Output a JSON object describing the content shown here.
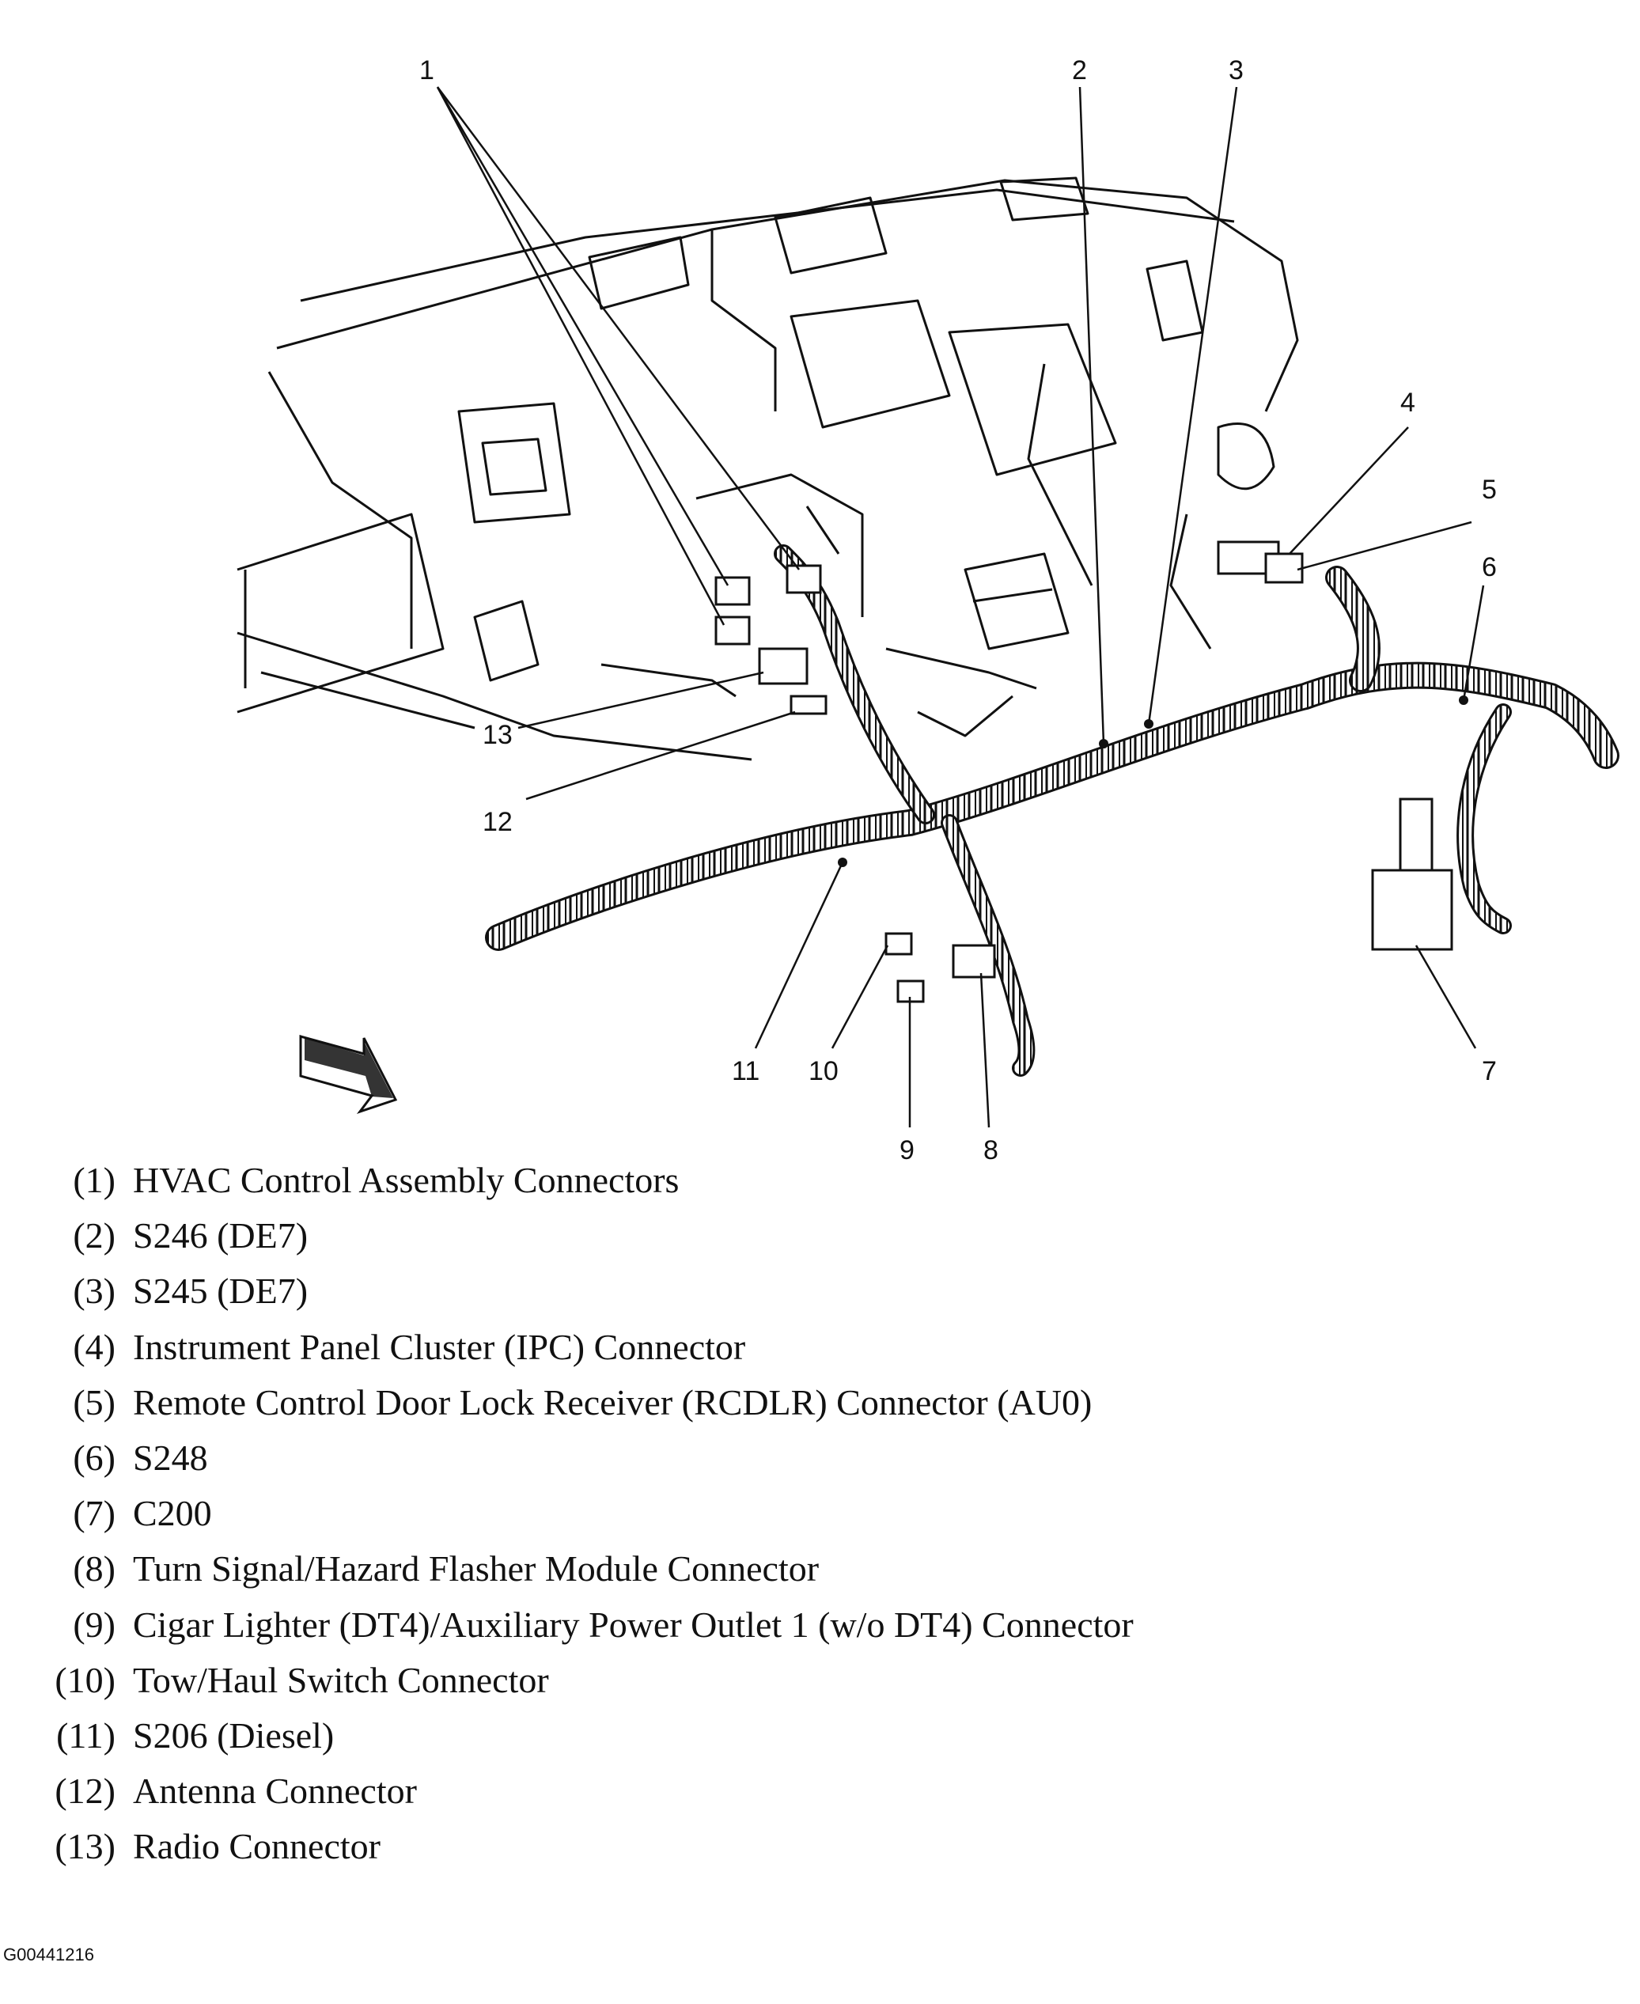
{
  "callouts": [
    "1",
    "2",
    "3",
    "4",
    "5",
    "6",
    "7",
    "8",
    "9",
    "10",
    "11",
    "12",
    "13"
  ],
  "legend": [
    {
      "num": "(1)",
      "text": "HVAC Control Assembly Connectors"
    },
    {
      "num": "(2)",
      "text": "S246 (DE7)"
    },
    {
      "num": "(3)",
      "text": "S245 (DE7)"
    },
    {
      "num": "(4)",
      "text": "Instrument Panel Cluster (IPC) Connector"
    },
    {
      "num": "(5)",
      "text": "Remote Control Door Lock Receiver (RCDLR) Connector (AU0)"
    },
    {
      "num": "(6)",
      "text": "S248"
    },
    {
      "num": "(7)",
      "text": "C200"
    },
    {
      "num": "(8)",
      "text": "Turn Signal/Hazard Flasher Module Connector"
    },
    {
      "num": "(9)",
      "text": "Cigar Lighter (DT4)/Auxiliary Power Outlet 1 (w/o DT4) Connector"
    },
    {
      "num": "(10)",
      "text": "Tow/Haul Switch Connector"
    },
    {
      "num": "(11)",
      "text": "S206 (Diesel)"
    },
    {
      "num": "(12)",
      "text": "Antenna Connector"
    },
    {
      "num": "(13)",
      "text": "Radio Connector"
    }
  ],
  "figure_id": "G00441216"
}
